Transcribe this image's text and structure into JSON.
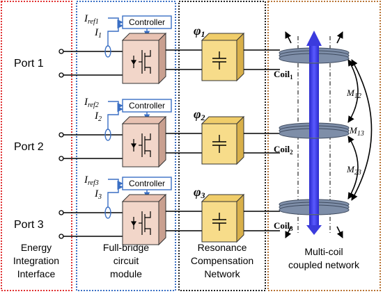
{
  "sections": [
    {
      "line1": "Energy",
      "line2": "Integration",
      "line3": "Interface",
      "color": "#e03030"
    },
    {
      "line1": "Full-bridge",
      "line2": "circuit",
      "line3": "module",
      "color": "#3a6fc4"
    },
    {
      "line1": "Resonance",
      "line2": "Compensation",
      "line3": "Network",
      "color": "#222222"
    },
    {
      "line1": "Multi-coil",
      "line2": "coupled network",
      "line3": "",
      "color": "#b87333"
    }
  ],
  "ports": [
    {
      "label": "Port 1",
      "iref": "I",
      "iref_sub": "ref1",
      "i": "I",
      "i_sub": "1",
      "phi": "φ",
      "phi_sub": "1",
      "coil": "Coil",
      "coil_sub": "1"
    },
    {
      "label": "Port 2",
      "iref": "I",
      "iref_sub": "ref2",
      "i": "I",
      "i_sub": "2",
      "phi": "φ",
      "phi_sub": "2",
      "coil": "Coil",
      "coil_sub": "2"
    },
    {
      "label": "Port 3",
      "iref": "I",
      "iref_sub": "ref3",
      "i": "I",
      "i_sub": "3",
      "phi": "φ",
      "phi_sub": "3",
      "coil": "Coil",
      "coil_sub": "3"
    }
  ],
  "controller_label": "Controller",
  "mutuals": [
    {
      "m": "M",
      "sub": "12"
    },
    {
      "m": "M",
      "sub": "13"
    },
    {
      "m": "M",
      "sub": "23"
    }
  ],
  "colors": {
    "bridge_face": "#f2d6c9",
    "bridge_top": "#e8c2b2",
    "bridge_side": "#c9a090",
    "comp_face": "#f7dc8a",
    "comp_top": "#f0cd6a",
    "comp_side": "#d9b04a",
    "coil": "#7e8ea8",
    "core": "#3b3bdd",
    "blue": "#3a6fc4"
  },
  "icons": [
    "mosfet-icon",
    "capacitor-icon",
    "current-sensor-icon",
    "flux-arrow-icon"
  ]
}
